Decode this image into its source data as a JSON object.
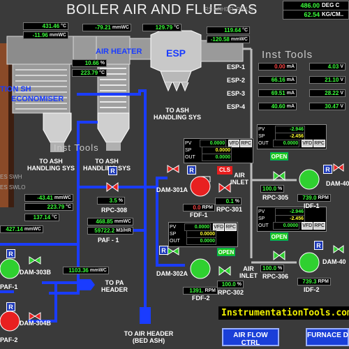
{
  "header": {
    "title": "BOILER AIR AND FLUE GAS",
    "subtitle": "RS ARHDR, PR LO",
    "watermark": "Inst Tools"
  },
  "top_right": [
    {
      "value": "486.00",
      "unit": "DEG C"
    },
    {
      "value": "62.54",
      "unit": "KG/CM.."
    }
  ],
  "left_labels": {
    "ash_sh": "TION SH",
    "economiser": "ECONOMISER",
    "air_heater": "AIR HEATER",
    "esp": "ESP",
    "swh": "ES SWH",
    "swlo": "ES SWLO"
  },
  "readings": {
    "r1": {
      "value": "431.46",
      "unit": "°C"
    },
    "r2": {
      "value": "-11.96",
      "unit": "mmWC"
    },
    "r3": {
      "value": "-79.21",
      "unit": "mmWC"
    },
    "r4": {
      "value": "129.79",
      "unit": "°C"
    },
    "r5": {
      "value": "119.64",
      "unit": "°C"
    },
    "r6": {
      "value": "-120.58",
      "unit": "mmWC"
    },
    "r7": {
      "value": "10.66",
      "unit": "%"
    },
    "r8": {
      "value": "223.79",
      "unit": "°C"
    },
    "r9": {
      "value": "-43.41",
      "unit": "mmWC"
    },
    "r10": {
      "value": "223.79",
      "unit": "°C"
    },
    "r11": {
      "value": "137.14",
      "unit": "°C"
    },
    "r12": {
      "value": "427.14",
      "unit": "mmWC"
    },
    "r13": {
      "value": "468.85",
      "unit": "mmWC"
    },
    "r14": {
      "value": "59722.2",
      "unit": "M3/HR"
    },
    "r15": {
      "value": "3.5",
      "unit": "%"
    },
    "r16": {
      "value": "1103.36",
      "unit": "mmWC"
    },
    "r17": {
      "value": "0.0",
      "unit": "RPM"
    },
    "r18": {
      "value": "0.1",
      "unit": "%"
    },
    "r19": {
      "value": "739.0",
      "unit": "RPM"
    },
    "r20": {
      "value": "100.0",
      "unit": "%"
    },
    "r21": {
      "value": "1391.",
      "unit": "RPM"
    },
    "r22": {
      "value": "100.0",
      "unit": "%"
    },
    "r23": {
      "value": "100.0",
      "unit": "%"
    },
    "r24": {
      "value": "739.3",
      "unit": "RPM"
    }
  },
  "esp_fields": [
    {
      "label": "ESP-1",
      "ma": "0.00",
      "kv": "4.03"
    },
    {
      "label": "ESP-2",
      "ma": "66.16",
      "kv": "21.10"
    },
    {
      "label": "ESP-3",
      "ma": "69.51",
      "kv": "28.22"
    },
    {
      "label": "ESP-4",
      "ma": "40.60",
      "kv": "30.47"
    }
  ],
  "esp_units": {
    "ma": "mA",
    "kv": "V"
  },
  "ash_labels": {
    "a1": "TO ASH\nHANDLING SYS",
    "a2": "TO ASH\nHANDLING SYS",
    "a3": "TO ASH\nHANDLING SYS"
  },
  "controllers": [
    {
      "pv": "0.0000",
      "sp": "0.0000",
      "out": "0.0000"
    },
    {
      "pv": "-2.946",
      "sp": "-2.456",
      "out": "0.0000"
    },
    {
      "pv": "0.0000",
      "sp": "0.0000",
      "out": "0.0000"
    },
    {
      "pv": "-2.946",
      "sp": "-2.456",
      "out": "0.0000"
    }
  ],
  "ctl_labels": {
    "pv": "PV",
    "sp": "SP",
    "out": "OUT",
    "vfd": "VFD",
    "rpc": "RPC"
  },
  "equip": {
    "rpc308": "RPC-308",
    "paf1_main": "PAF - 1",
    "dam301a": "DAM-301A",
    "fdf1": "FDF-1",
    "rpc301": "RPC-301",
    "air_inlet1": "AIR\nINLET",
    "rpc305": "RPC-305",
    "idf1": "IDF-1",
    "dam302a": "DAM-302A",
    "fdf2": "FDF-2",
    "rpc302": "RPC-302",
    "air_inlet2": "AIR\nINLET",
    "rpc306": "RPC-306",
    "idf2": "IDF-2",
    "dam303b": "DAM-303B",
    "paf1": "PAF-1",
    "dam304b": "DAM-304B",
    "paf2": "PAF-2",
    "to_pa": "TO PA\nHEADER",
    "to_air": "TO AIR HEADER\n(BED ASH)",
    "dam40a": "DAM-40",
    "dam40b": "DAM-40"
  },
  "states": {
    "r": "R",
    "open": "OPEN",
    "cls": "CLS"
  },
  "buttons": {
    "air_flow": "AIR FLOW\nCTRL",
    "furnace": "FURNACE D"
  },
  "footer_watermark": "InstrumentationTools.com",
  "colors": {
    "pipe": "#1a3cff",
    "green_val": "#3cff3c",
    "badge": "#1e3ab8"
  }
}
